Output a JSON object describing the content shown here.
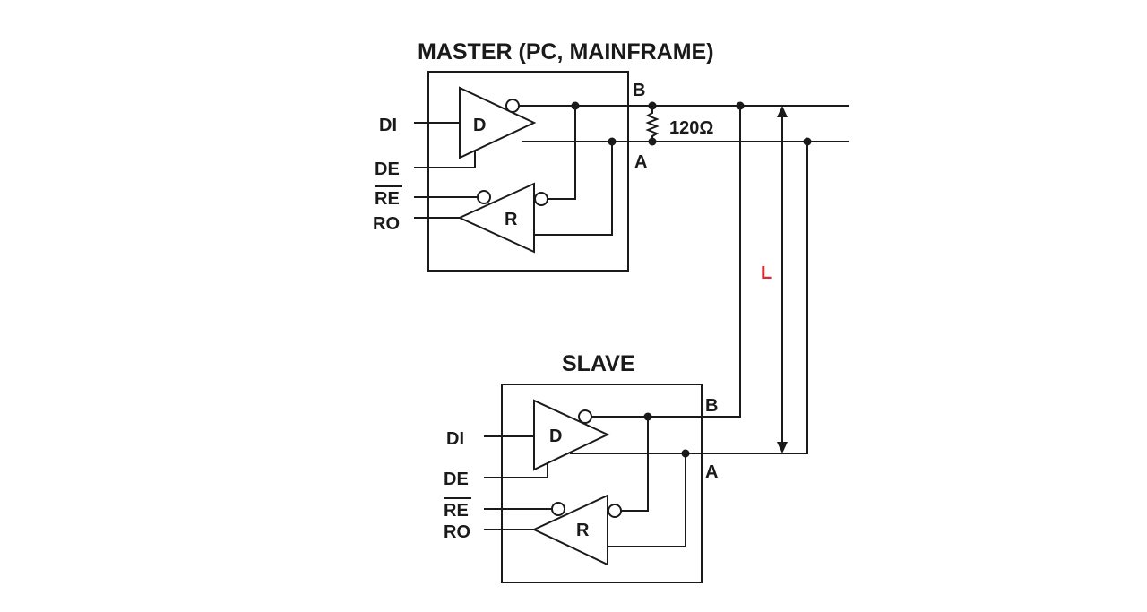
{
  "master": {
    "title": "MASTER (PC, MAINFRAME)",
    "driver_label": "D",
    "receiver_label": "R",
    "pins": {
      "di": "DI",
      "de": "DE",
      "re": "RE",
      "ro": "RO"
    },
    "bus_b": "B",
    "bus_a": "A"
  },
  "termination": {
    "label": "120Ω"
  },
  "slave": {
    "title": "SLAVE",
    "driver_label": "D",
    "receiver_label": "R",
    "pins": {
      "di": "DI",
      "de": "DE",
      "re": "RE",
      "ro": "RO"
    },
    "bus_b": "B",
    "bus_a": "A"
  },
  "dimension": {
    "label": "L",
    "color": "#e0282e"
  }
}
